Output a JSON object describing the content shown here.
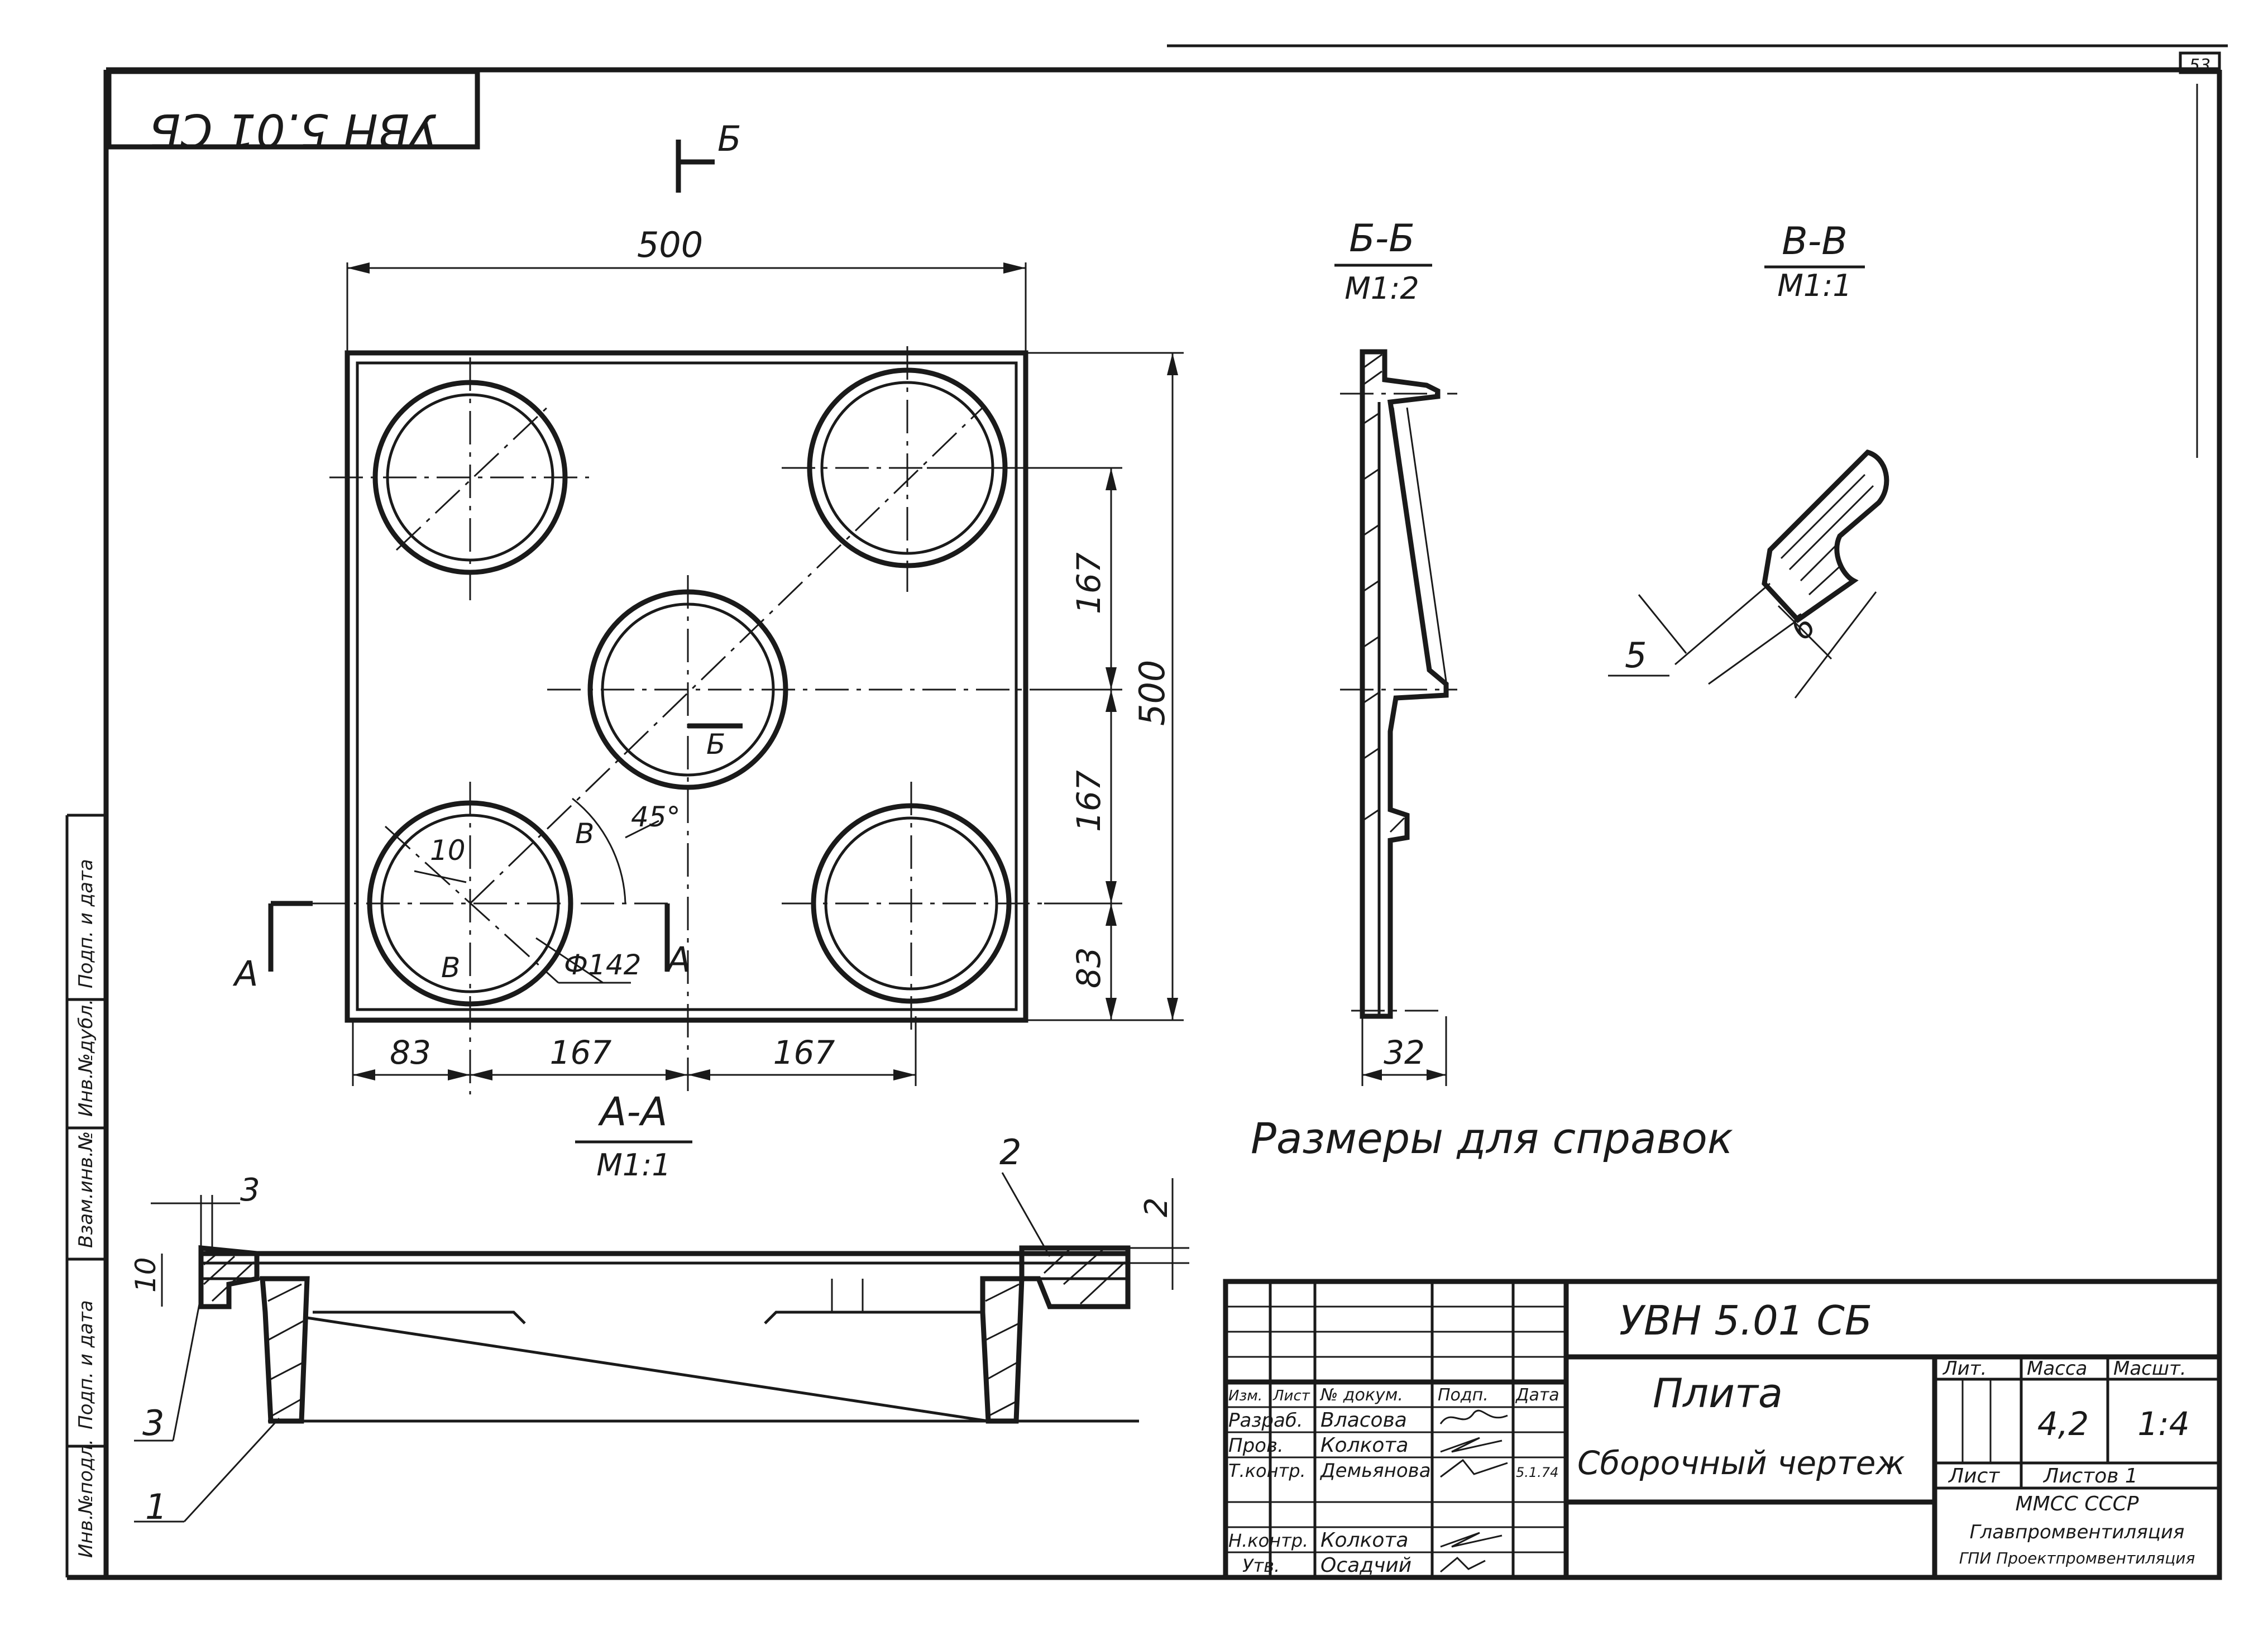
{
  "designation_mirrored": "УВН 5.01 СБ",
  "sheet_number": "53",
  "plan": {
    "section_mark": "Б",
    "width_dim": "500",
    "height_dim": "500",
    "spacing_v": [
      "167",
      "167",
      "83"
    ],
    "spacing_h": [
      "83",
      "167",
      "167"
    ],
    "angle": "45°",
    "diameter": "Ф142",
    "rib": "10",
    "mark_v": "В",
    "mark_a": "А",
    "mark_b": "Б"
  },
  "section_bb": {
    "title": "Б-Б",
    "scale": "М1:2",
    "thickness": "32"
  },
  "section_vv": {
    "title": "В-В",
    "scale": "М1:1",
    "dim_a": "5",
    "dim_b": "6"
  },
  "section_aa": {
    "title": "А-А",
    "scale": "М1:1",
    "dim_3": "3",
    "dim_10": "10",
    "dim_2": "2",
    "pos_1": "1",
    "pos_2": "2",
    "pos_3": "3"
  },
  "note": "Размеры для справок",
  "left_strip": [
    "Инв.№подл.",
    "Подп. и дата",
    "Взам.инв.№",
    "Инв.№дубл.",
    "Подп. и дата"
  ],
  "title_block": {
    "designation": "УВН 5.01 СБ",
    "name": "Плита",
    "doc_type": "Сборочный чертеж",
    "col_lit": "Лит.",
    "col_mass": "Масса",
    "col_scale": "Масшт.",
    "mass": "4,2",
    "scale": "1:4",
    "sheet": "Лист",
    "sheets": "Листов 1",
    "org1": "ММСС СССР",
    "org2": "Главпромвентиляция",
    "org3": "ГПИ Проектпромвентиляция",
    "hdr": [
      "Изм.",
      "Лист",
      "№ докум.",
      "Подп.",
      "Дата"
    ],
    "rows": [
      {
        "role": "Разраб.",
        "name": "Власова"
      },
      {
        "role": "Пров.",
        "name": "Колкота"
      },
      {
        "role": "Т.контр.",
        "name": "Демьянова",
        "date": "5.1.74"
      },
      {
        "role": "Н.контр.",
        "name": "Колкота"
      },
      {
        "role": "Утв.",
        "name": "Осадчий"
      }
    ]
  }
}
